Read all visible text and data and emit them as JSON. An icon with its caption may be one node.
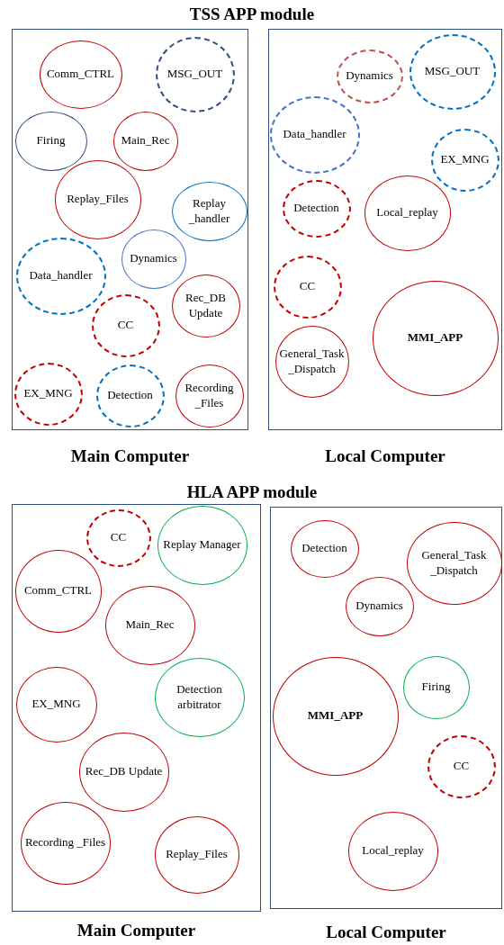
{
  "diagram": {
    "nodes": [
      {
        "text": [
          "Main Computer"
        ]
      },
      {
        "text": [
          "Comm_CTRL"
        ],
        "in": 0
      },
      {
        "text": [
          "MSG_OUT"
        ],
        "in": 0
      },
      {
        "text": [
          "Firing"
        ],
        "in": 0
      },
      {
        "text": [
          "Main_Rec"
        ],
        "in": 0
      },
      {
        "text": [
          "Replay_Files"
        ],
        "in": 0
      },
      {
        "text": [
          "Replay _handler"
        ],
        "in": 0
      },
      {
        "text": [
          "Dynamics"
        ],
        "in": 0
      },
      {
        "text": [
          "Data_handler"
        ],
        "in": 0
      },
      {
        "text": [
          "CC"
        ],
        "in": 0
      },
      {
        "text": [
          "Rec_DB Update"
        ],
        "in": 0
      },
      {
        "text": [
          "EX_MNG"
        ],
        "in": 0
      },
      {
        "text": [
          "Detection"
        ],
        "in": 0
      },
      {
        "text": [
          "Recording _Files"
        ],
        "in": 0
      },
      {
        "text": [
          "Local Computer"
        ]
      },
      {
        "text": [
          "Dynamics"
        ],
        "in": 14
      },
      {
        "text": [
          "MSG_OUT"
        ],
        "in": 14
      },
      {
        "text": [
          "Data_handler"
        ],
        "in": 14
      },
      {
        "text": [
          "EX_MNG"
        ],
        "in": 14
      },
      {
        "text": [
          "Detection"
        ],
        "in": 14
      },
      {
        "text": [
          "Local_replay"
        ],
        "in": 14
      },
      {
        "text": [
          "CC"
        ],
        "in": 14
      },
      {
        "text": [
          "MMI_APP"
        ],
        "in": 14
      },
      {
        "text": [
          "General_Task _Dispatch"
        ],
        "in": 14
      },
      {
        "text": [
          "Main Computer"
        ]
      },
      {
        "text": [
          "CC"
        ],
        "in": 24
      },
      {
        "text": [
          "Replay Manager"
        ],
        "in": 24
      },
      {
        "text": [
          "Comm_CTRL"
        ],
        "in": 24
      },
      {
        "text": [
          "Main_Rec"
        ],
        "in": 24
      },
      {
        "text": [
          "EX_MNG"
        ],
        "in": 24
      },
      {
        "text": [
          "Detection arbitrator"
        ],
        "in": 24
      },
      {
        "text": [
          "Rec_DB Update"
        ],
        "in": 24
      },
      {
        "text": [
          "Recording _Files"
        ],
        "in": 24
      },
      {
        "text": [
          "Replay_Files"
        ],
        "in": 24
      },
      {
        "text": [
          "Local Computer"
        ]
      },
      {
        "text": [
          "Detection"
        ],
        "in": 34
      },
      {
        "text": [
          "General_Task _Dispatch"
        ],
        "in": 34
      },
      {
        "text": [
          "Dynamics"
        ],
        "in": 34
      },
      {
        "text": [
          "MMI_APP"
        ],
        "in": 34
      },
      {
        "text": [
          "Firing"
        ],
        "in": 34
      },
      {
        "text": [
          "CC"
        ],
        "in": 34
      },
      {
        "text": [
          "Local_replay"
        ],
        "in": 34
      }
    ],
    "labels": [
      "TSS APP module",
      "HLA APP module"
    ]
  }
}
